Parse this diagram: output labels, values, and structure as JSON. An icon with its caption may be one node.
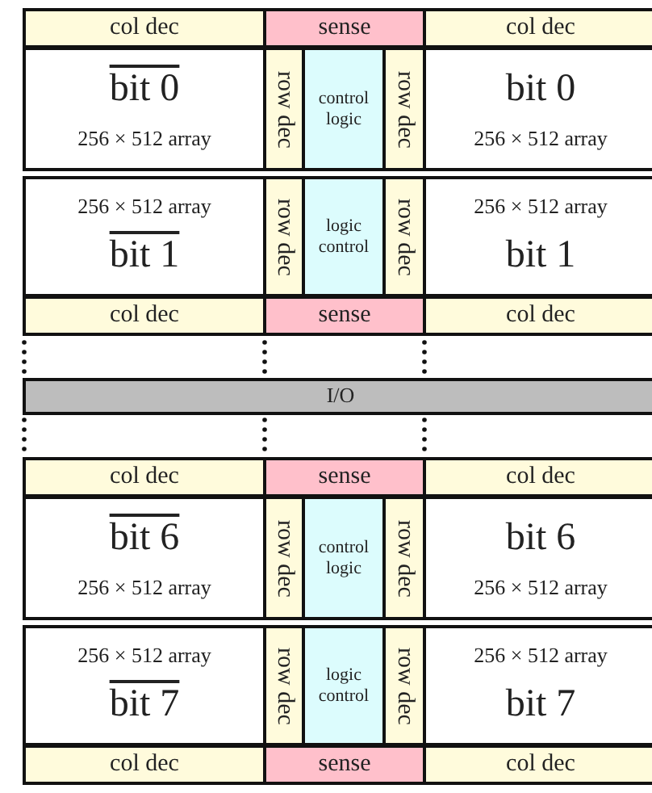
{
  "diagram": {
    "nodes": [
      {
        "text": [
          "col dec"
        ]
      },
      {
        "text": [
          "sense"
        ]
      },
      {
        "text": [
          "col dec"
        ]
      },
      {
        "text": [
          "bit 0",
          "256 × 512 array"
        ]
      },
      {
        "text": [
          "row dec"
        ]
      },
      {
        "text": [
          "control logic"
        ]
      },
      {
        "text": [
          "row dec"
        ]
      },
      {
        "text": [
          "bit 0",
          "256 × 512 array"
        ]
      },
      {
        "text": [
          "256 × 512 array",
          "bit 1"
        ]
      },
      {
        "text": [
          "row dec"
        ]
      },
      {
        "text": [
          "logic control"
        ]
      },
      {
        "text": [
          "row dec"
        ]
      },
      {
        "text": [
          "256 × 512 array",
          "bit 1"
        ]
      },
      {
        "text": [
          "col dec"
        ]
      },
      {
        "text": [
          "sense"
        ]
      },
      {
        "text": [
          "col dec"
        ]
      },
      {
        "text": [
          "I/O"
        ]
      },
      {
        "text": [
          "col dec"
        ]
      },
      {
        "text": [
          "sense"
        ]
      },
      {
        "text": [
          "col dec"
        ]
      },
      {
        "text": [
          "bit 6",
          "256 × 512 array"
        ]
      },
      {
        "text": [
          "row dec"
        ]
      },
      {
        "text": [
          "control logic"
        ]
      },
      {
        "text": [
          "row dec"
        ]
      },
      {
        "text": [
          "bit 6",
          "256 × 512 array"
        ]
      },
      {
        "text": [
          "256 × 512 array",
          "bit 7"
        ]
      },
      {
        "text": [
          "row dec"
        ]
      },
      {
        "text": [
          "logic control"
        ]
      },
      {
        "text": [
          "row dec"
        ]
      },
      {
        "text": [
          "256 × 512 array",
          "bit 7"
        ]
      },
      {
        "text": [
          "col dec"
        ]
      },
      {
        "text": [
          "sense"
        ]
      },
      {
        "text": [
          "col dec"
        ]
      }
    ]
  }
}
